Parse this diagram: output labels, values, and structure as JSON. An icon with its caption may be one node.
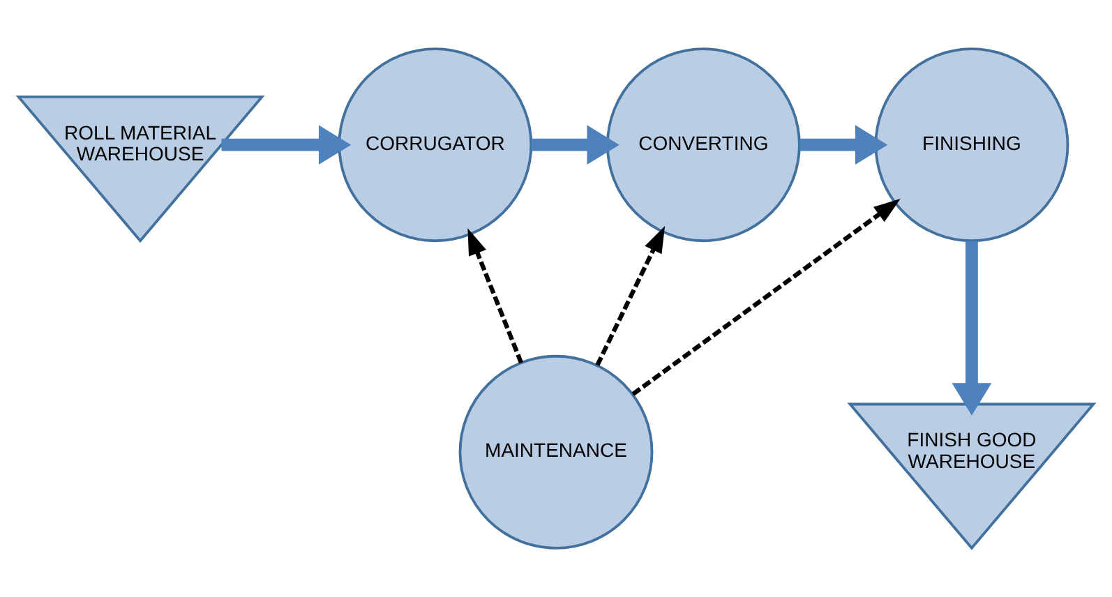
{
  "diagram": {
    "nodes": [
      {
        "text": [
          "ROLL MATERIAL WAREHOUSE"
        ]
      },
      {
        "text": [
          "CORRUGATOR"
        ]
      },
      {
        "text": [
          "CONVERTING"
        ]
      },
      {
        "text": [
          "FINISHING"
        ]
      },
      {
        "text": [
          "MAINTENANCE"
        ]
      },
      {
        "text": [
          "FINISH GOOD WAREHOUSE"
        ]
      }
    ],
    "edges": [
      {
        "from": 0,
        "to": 1,
        "arrow": "to"
      },
      {
        "from": 1,
        "to": 2,
        "arrow": "to"
      },
      {
        "from": 2,
        "to": 3,
        "arrow": "to"
      },
      {
        "from": 3,
        "to": 5,
        "arrow": "to"
      },
      {
        "from": 4,
        "to": 1,
        "arrow": "to",
        "style": "dashed",
        "color": "#000000"
      },
      {
        "from": 4,
        "to": 2,
        "arrow": "to",
        "style": "dashed",
        "color": "#000000"
      },
      {
        "from": 4,
        "to": 3,
        "arrow": "to",
        "style": "dashed",
        "color": "#000000"
      }
    ]
  }
}
